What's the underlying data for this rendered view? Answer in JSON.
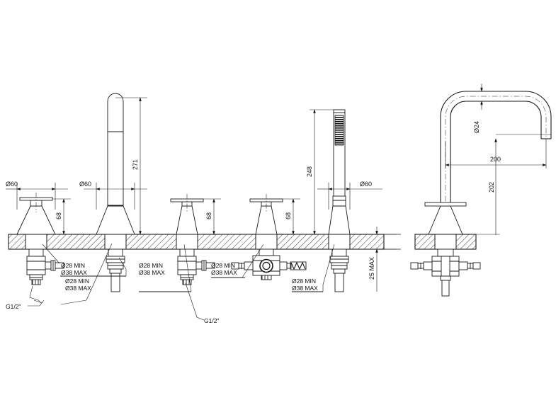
{
  "drawing": {
    "title": "Deck-mounted 5-hole bath mixer set — technical dimension drawing",
    "background_color": "#ffffff",
    "line_color": "#1a1a1a",
    "hatch_color": "#4a4a4a",
    "units": "mm"
  },
  "dimensions": {
    "spout_height": "271",
    "handshower_height": "248",
    "handle_height_1": "68",
    "handle_height_2": "68",
    "handle_height_3": "68",
    "escutcheon_dia_1": "Ø60",
    "escutcheon_dia_2": "Ø60",
    "escutcheon_dia_3": "Ø60",
    "deck_thickness": "25 MAX",
    "spout_tube_dia": "Ø24",
    "spout_reach": "200",
    "spout_side_height": "202"
  },
  "labels": {
    "hole_min_max_1": {
      "line1": "Ø28 MIN",
      "line2": "Ø38 MAX"
    },
    "hole_min_max_2": {
      "line1": "Ø28 MIN",
      "line2": "Ø38 MAX"
    },
    "hole_min_max_3": {
      "line1": "Ø28 MIN",
      "line2": "Ø38 MAX"
    },
    "hole_min_max_4": {
      "line1": "Ø28 MIN",
      "line2": "Ø38 MAX"
    },
    "hole_min_max_5": {
      "line1": "Ø28 MIN",
      "line2": "Ø38 MAX"
    },
    "supply_thread_left": "G1/2\"",
    "supply_thread_center": "G1/2\""
  }
}
